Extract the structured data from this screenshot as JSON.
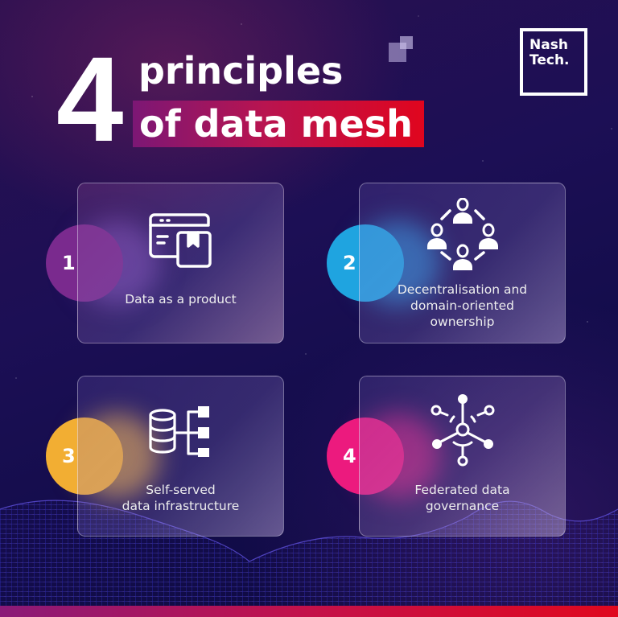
{
  "title": {
    "number": "4",
    "line1": "principles",
    "line2": "of data mesh"
  },
  "logo": {
    "line1": "Nash",
    "line2": "Tech."
  },
  "colors": {
    "badge_1": "#7a2a8e",
    "badge_2": "#1fa4e0",
    "badge_3": "#f2ae33",
    "badge_4": "#ec1a7e",
    "highlight_start": "#7c1775",
    "highlight_end": "#e0051e"
  },
  "principles": [
    {
      "number": "1",
      "icon": "browser-product-box-icon",
      "label_lines": [
        "Data as a product"
      ]
    },
    {
      "number": "2",
      "icon": "people-circle-network-icon",
      "label_lines": [
        "Decentralisation and",
        "domain-oriented",
        "ownership"
      ]
    },
    {
      "number": "3",
      "icon": "database-hierarchy-icon",
      "label_lines": [
        "Self-served",
        "data infrastructure"
      ]
    },
    {
      "number": "4",
      "icon": "federated-hub-network-icon",
      "label_lines": [
        "Federated data",
        "governance"
      ]
    }
  ]
}
